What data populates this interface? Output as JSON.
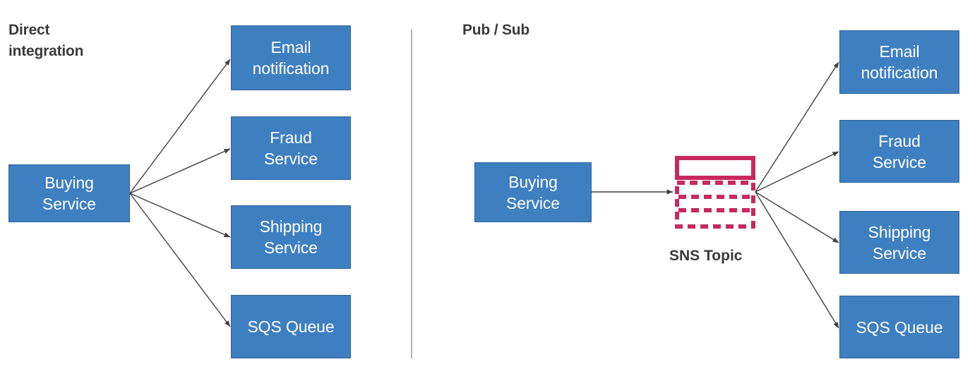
{
  "diagram": {
    "title_left": "Direct\nintegration",
    "title_right": "Pub / Sub",
    "colors": {
      "node_fill": "#3E7FC1",
      "node_border": "#2E6399",
      "node_text": "#FFFFFF",
      "arrow": "#404040",
      "sns_accent": "#C9285F",
      "title_text": "#3B3B3B",
      "divider": "#B0B0B0",
      "background": "#FFFFFF"
    },
    "left_panel": {
      "source": {
        "label": "Buying\nService"
      },
      "targets": [
        {
          "label": "Email\nnotification"
        },
        {
          "label": "Fraud\nService"
        },
        {
          "label": "Shipping\nService"
        },
        {
          "label": "SQS Queue"
        }
      ]
    },
    "right_panel": {
      "source": {
        "label": "Buying\nService"
      },
      "broker": {
        "label": "SNS Topic",
        "icon": "sns-topic-icon"
      },
      "targets": [
        {
          "label": "Email\nnotification"
        },
        {
          "label": "Fraud\nService"
        },
        {
          "label": "Shipping\nService"
        },
        {
          "label": "SQS Queue"
        }
      ]
    },
    "divider": {
      "name": "panel-divider"
    }
  }
}
